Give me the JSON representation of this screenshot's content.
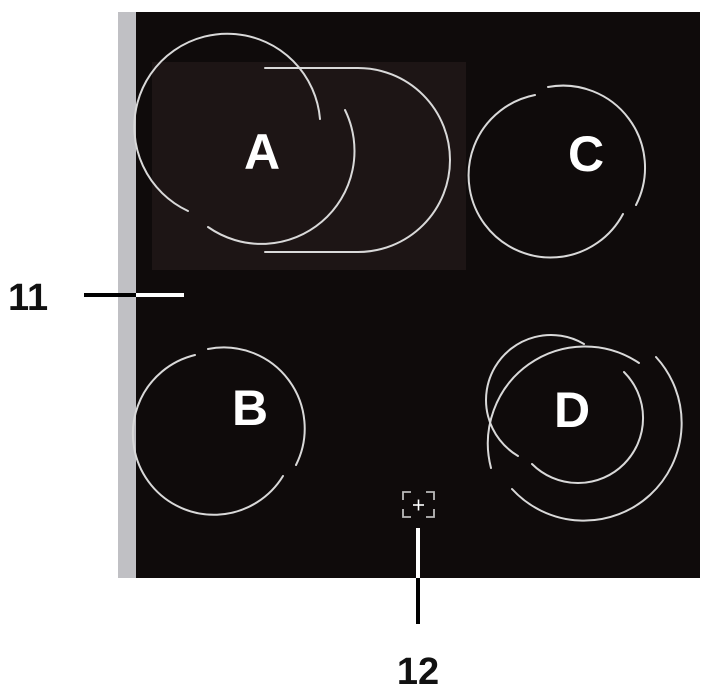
{
  "zones": {
    "a": {
      "label": "A"
    },
    "b": {
      "label": "B"
    },
    "c": {
      "label": "C"
    },
    "d": {
      "label": "D"
    }
  },
  "callouts": {
    "hob_surface": {
      "number": "11"
    },
    "control_symbol": {
      "number": "12"
    }
  },
  "colors": {
    "glass": "#0f0b0b",
    "extended_zone_panel": "#1d1515",
    "frame": "#c0c0c4",
    "ring": "#d9d9d9",
    "letter": "#ffffff"
  }
}
